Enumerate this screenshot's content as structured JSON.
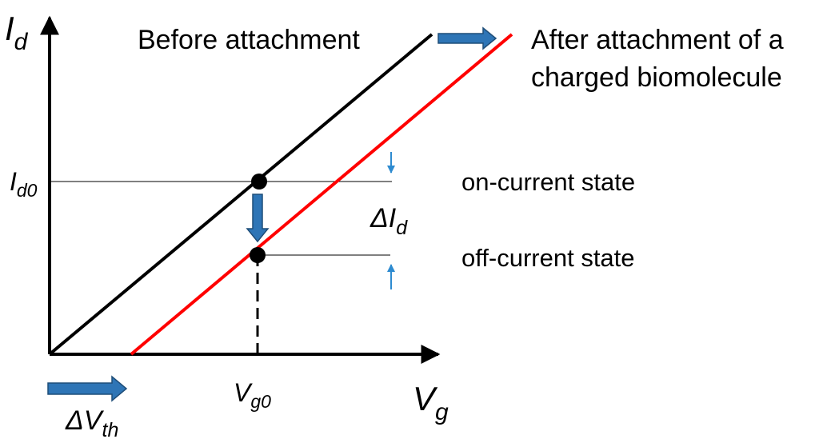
{
  "axes": {
    "y": {
      "symbol": "I",
      "subscript": "d"
    },
    "x": {
      "symbol": "V",
      "subscript": "g"
    }
  },
  "ticks": {
    "y_reference": {
      "symbol": "I",
      "subscript": "d0"
    },
    "x_reference": {
      "symbol": "V",
      "subscript": "g0"
    }
  },
  "labels": {
    "before": "Before attachment",
    "after_line1": "After attachment of a",
    "after_line2": "charged biomolecule",
    "on_state": "on-current state",
    "off_state": "off-current state"
  },
  "deltas": {
    "current": {
      "symbol": "ΔI",
      "subscript": "d"
    },
    "threshold": {
      "symbol": "ΔV",
      "subscript": "th"
    }
  },
  "colors": {
    "before_line": "#000000",
    "after_line": "#ff0000",
    "arrow_fill": "#2e75b6",
    "arrow_stroke": "#1f4e79",
    "small_arrow": "#2e8bd0",
    "axis": "#000000"
  },
  "icons": {
    "shift_arrow": "right-block-arrow",
    "current_drop_arrow": "down-block-arrow",
    "threshold_arrow": "right-block-arrow"
  }
}
